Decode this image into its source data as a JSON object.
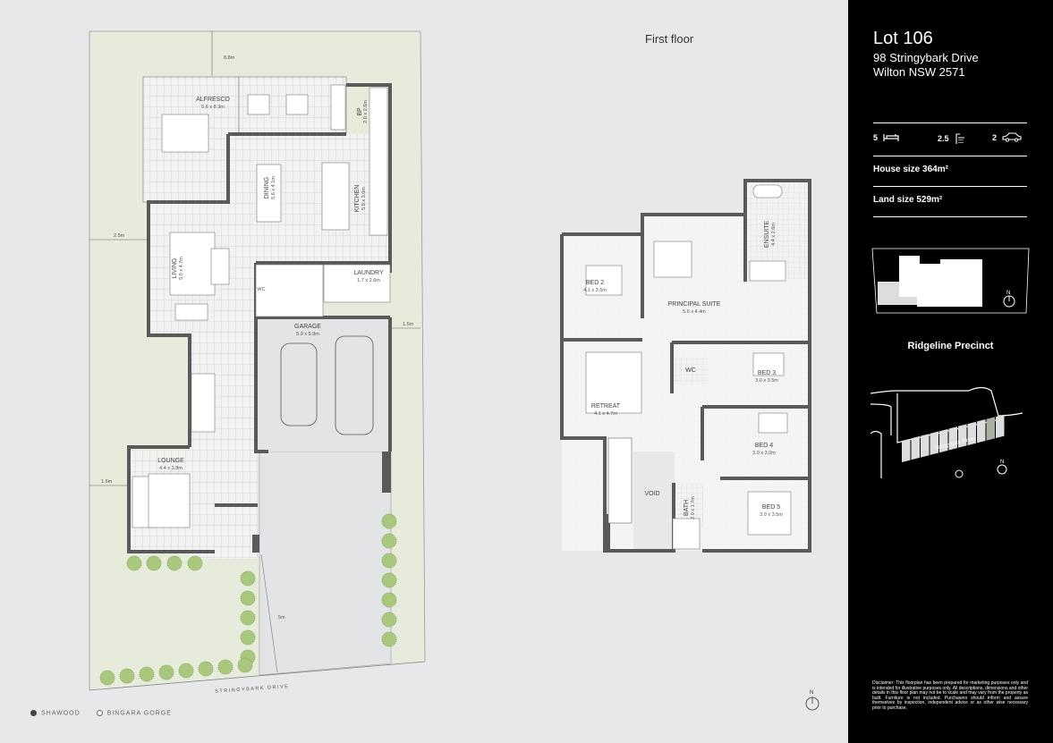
{
  "ground_floor": {
    "rooms": {
      "alfresco": {
        "name": "ALFRESCO",
        "size": "5.6 x 8.3m"
      },
      "bp": {
        "name": "BP",
        "size": "2.0 x 2.6m"
      },
      "dining": {
        "name": "DINING",
        "size": "5.6 x 4.1m"
      },
      "kitchen": {
        "name": "KITCHEN",
        "size": "5.8 x 3.0m"
      },
      "living": {
        "name": "LIVING",
        "size": "5.9 x 4.7m"
      },
      "wc": {
        "name": "WC"
      },
      "laundry": {
        "name": "LAUNDRY",
        "size": "1.7 x 2.6m"
      },
      "garage": {
        "name": "GARAGE",
        "size": "5.9 x 5.9m"
      },
      "lounge": {
        "name": "LOUNGE",
        "size": "4.4 x 3.8m"
      }
    },
    "dimensions": {
      "rear": "8.8m",
      "left": "2.5m",
      "right": "1.5m",
      "left_front": "1.6m",
      "front": "5m"
    },
    "street": "STRINGYBARK DRIVE"
  },
  "first_floor": {
    "title": "First floor",
    "rooms": {
      "principal": {
        "name": "PRINCIPAL SUITE",
        "size": "5.6 x 4.4m"
      },
      "ensuite": {
        "name": "ENSUITE",
        "size": "4.4 x 2.6m"
      },
      "bed2": {
        "name": "BED 2",
        "size": "4.1 x 3.5m"
      },
      "retreat": {
        "name": "RETREAT",
        "size": "4.1 x 4.7m"
      },
      "wc": {
        "name": "WC"
      },
      "bed3": {
        "name": "BED 3",
        "size": "3.0 x 3.5m"
      },
      "bed4": {
        "name": "BED 4",
        "size": "3.0 x 3.0m"
      },
      "void": {
        "name": "VOID"
      },
      "bath": {
        "name": "BATH",
        "size": "2.9 x 1.7m"
      },
      "bed5": {
        "name": "BED 5",
        "size": "3.0 x 3.5m"
      }
    }
  },
  "north_label": "N",
  "legend": [
    {
      "label": "SHAWOOD",
      "color": "#444444"
    },
    {
      "label": "BINGARA GORGE",
      "color": "#ffffff"
    }
  ],
  "panel": {
    "lot": "Lot 106",
    "address_line1": "98 Stringybark Drive",
    "address_line2": "Wilton NSW 2571",
    "bedrooms": "5",
    "bathrooms": "2.5",
    "garage": "2",
    "house_size": "House size 364m²",
    "land_size": "Land size 529m²",
    "precinct": "Ridgeline Precinct",
    "precinct_street": "Stringybark Drive",
    "disclaimer": "Disclaimer: This floorplan has been prepared for marketing purposes only and is intended for illustrative purposes only. All descriptions, dimensions and other details in this floor plan may not be to scale and may vary from the property as built. Furniture is not included. Purchasers should inform and assure themselves by inspection, independent advice or as other wise necessary prior to purchase."
  },
  "colors": {
    "lawn": "#e6ebdc",
    "wall": "#5a5a5a",
    "tree": "#a9c77d",
    "panel": "#000000",
    "driveway": "#e3e4e6"
  }
}
